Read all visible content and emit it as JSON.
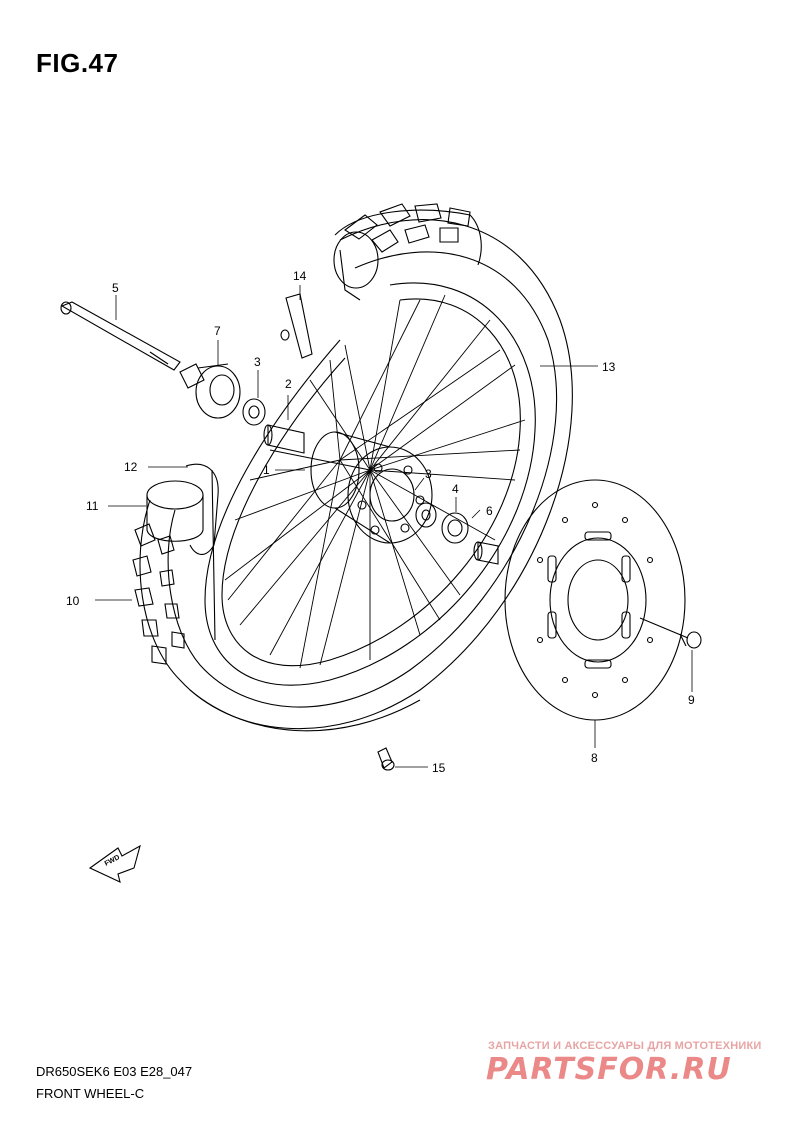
{
  "figure": {
    "title": "FIG.47"
  },
  "callouts": [
    {
      "label": "1"
    },
    {
      "label": "2"
    },
    {
      "label": "3"
    },
    {
      "label": "3"
    },
    {
      "label": "4"
    },
    {
      "label": "5"
    },
    {
      "label": "6"
    },
    {
      "label": "7"
    },
    {
      "label": "8"
    },
    {
      "label": "9"
    },
    {
      "label": "10"
    },
    {
      "label": "11"
    },
    {
      "label": "12"
    },
    {
      "label": "13"
    },
    {
      "label": "14"
    },
    {
      "label": "15"
    }
  ],
  "fwd_mark": {
    "text": "FWD"
  },
  "footer": {
    "model_code": "DR650SEK6 E03 E28_047",
    "section": "FRONT WHEEL-C"
  },
  "watermark": {
    "tagline": "ЗАПЧАСТИ И АКСЕССУАРЫ ДЛЯ МОТОТЕХНИКИ",
    "brand": "PARTSFOR.RU",
    "color": "#eb8888"
  }
}
